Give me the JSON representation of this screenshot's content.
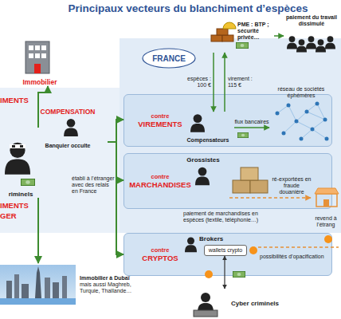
{
  "diagram": {
    "title": "Principaux vecteurs du blanchiment d’espèces",
    "nodes": [
      {
        "text": [
          "Immobilier"
        ]
      },
      {
        "text": [
          "FRANCE"
        ]
      },
      {
        "text": [
          "PME : BTP ; sécurité privée…"
        ]
      },
      {
        "text": [
          "paiement du travail dissimulé"
        ]
      },
      {
        "text": [
          "contre",
          "VIREMENTS"
        ]
      },
      {
        "text": [
          "Compensateurs"
        ],
        "in": 4
      },
      {
        "text": [
          "réseau de sociétés éphémères"
        ],
        "in": 4
      },
      {
        "text": [
          "COMPENSATION",
          "Banquier occulte"
        ]
      },
      {
        "text": [
          "riminels"
        ]
      },
      {
        "text": [
          "contre",
          "MARCHANDISES"
        ]
      },
      {
        "text": [
          "Grossistes"
        ],
        "in": 9
      },
      {
        "text": [
          "revend à l’étrang"
        ]
      },
      {
        "text": [
          "contre",
          "CRYPTOS"
        ]
      },
      {
        "text": [
          "Brokers"
        ],
        "in": 12
      },
      {
        "text": [
          "wallets crypto"
        ],
        "in": 12
      },
      {
        "text": [
          "Cyber criminels"
        ]
      },
      {
        "text": [
          "Immobilier à Dubaï",
          "mais aussi Maghreb, Turquie, Thaïlande…"
        ]
      }
    ],
    "edges": [
      {
        "from": 7,
        "to": 4,
        "arrow": "to"
      },
      {
        "from": 7,
        "to": 9,
        "arrow": "to"
      },
      {
        "from": 7,
        "to": 12,
        "arrow": "to"
      },
      {
        "from": 2,
        "to": 3,
        "arrow": "to"
      },
      {
        "from": 2,
        "to": 5,
        "label": "espèces : 100 €",
        "arrow": "to"
      },
      {
        "from": 5,
        "to": 2,
        "label": "virement : 115 €",
        "arrow": "to"
      },
      {
        "from": 5,
        "to": 6,
        "label": "flux bancaires",
        "arrow": "to"
      },
      {
        "from": 10,
        "to": 11,
        "label": "ré-exportées en fraude douanière",
        "arrow": "to"
      },
      {
        "from": 15,
        "to": 14,
        "arrow": "both"
      },
      {
        "from": 8,
        "to": 0,
        "arrow": "to"
      },
      {
        "from": 8,
        "to": 16,
        "arrow": "to"
      }
    ],
    "labels": [
      "IMENTS",
      "IMENTS",
      "GER",
      "établi à l’étranger avec des relais en France",
      "paiement de marchandises en espèces (textile, téléphonie…)",
      "possibilités d’opacification"
    ]
  }
}
